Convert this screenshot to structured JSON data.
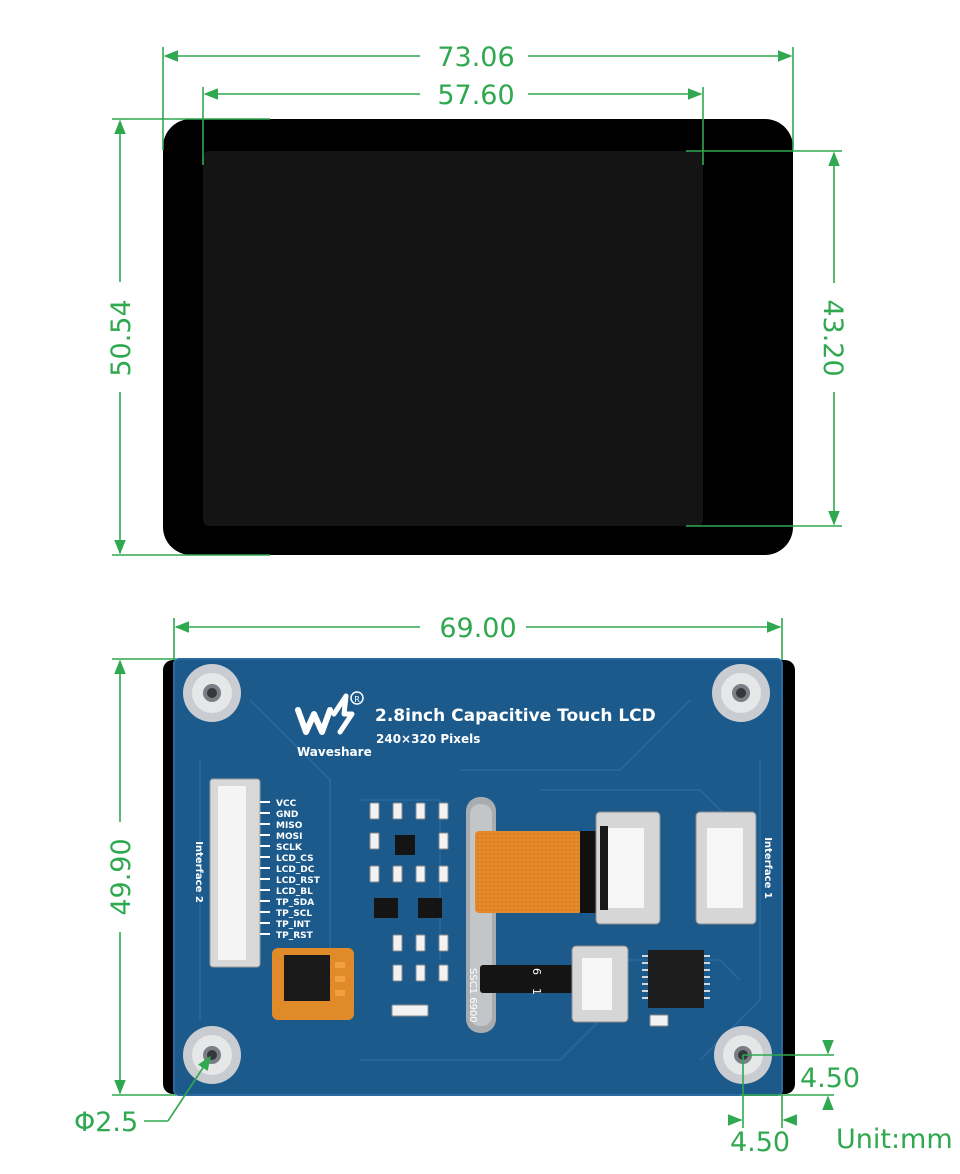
{
  "front_view": {
    "outer_width": "73.06",
    "screen_width": "57.60",
    "outer_height": "50.54",
    "screen_height": "43.20"
  },
  "back_view": {
    "board_width": "69.00",
    "board_height": "49.90",
    "hole_offset_x": "4.50",
    "hole_offset_y": "4.50",
    "hole_diameter": "Φ2.5",
    "unit": "Unit:mm"
  },
  "pcb": {
    "title": "2.8inch Capacitive Touch LCD",
    "subtitle": "240×320 Pixels",
    "brand": "Waveshare",
    "interface_left": "Interface 2",
    "interface_right": "Interface 1",
    "pins": [
      "VCC",
      "GND",
      "MISO",
      "MOSI",
      "SCLK",
      "LCD_CS",
      "LCD_DC",
      "LCD_RST",
      "LCD_BL",
      "TP_SDA",
      "TP_SCL",
      "TP_INT",
      "TP_RST"
    ],
    "ffc_label": "SSC1 6900",
    "connector_marks": [
      "6",
      "1"
    ]
  },
  "colors": {
    "dimension": "#2fa84f",
    "pcb_blue": "#1c5a8c",
    "bezel": "#000000",
    "screen": "#141414",
    "ffc": "#e07b20"
  }
}
